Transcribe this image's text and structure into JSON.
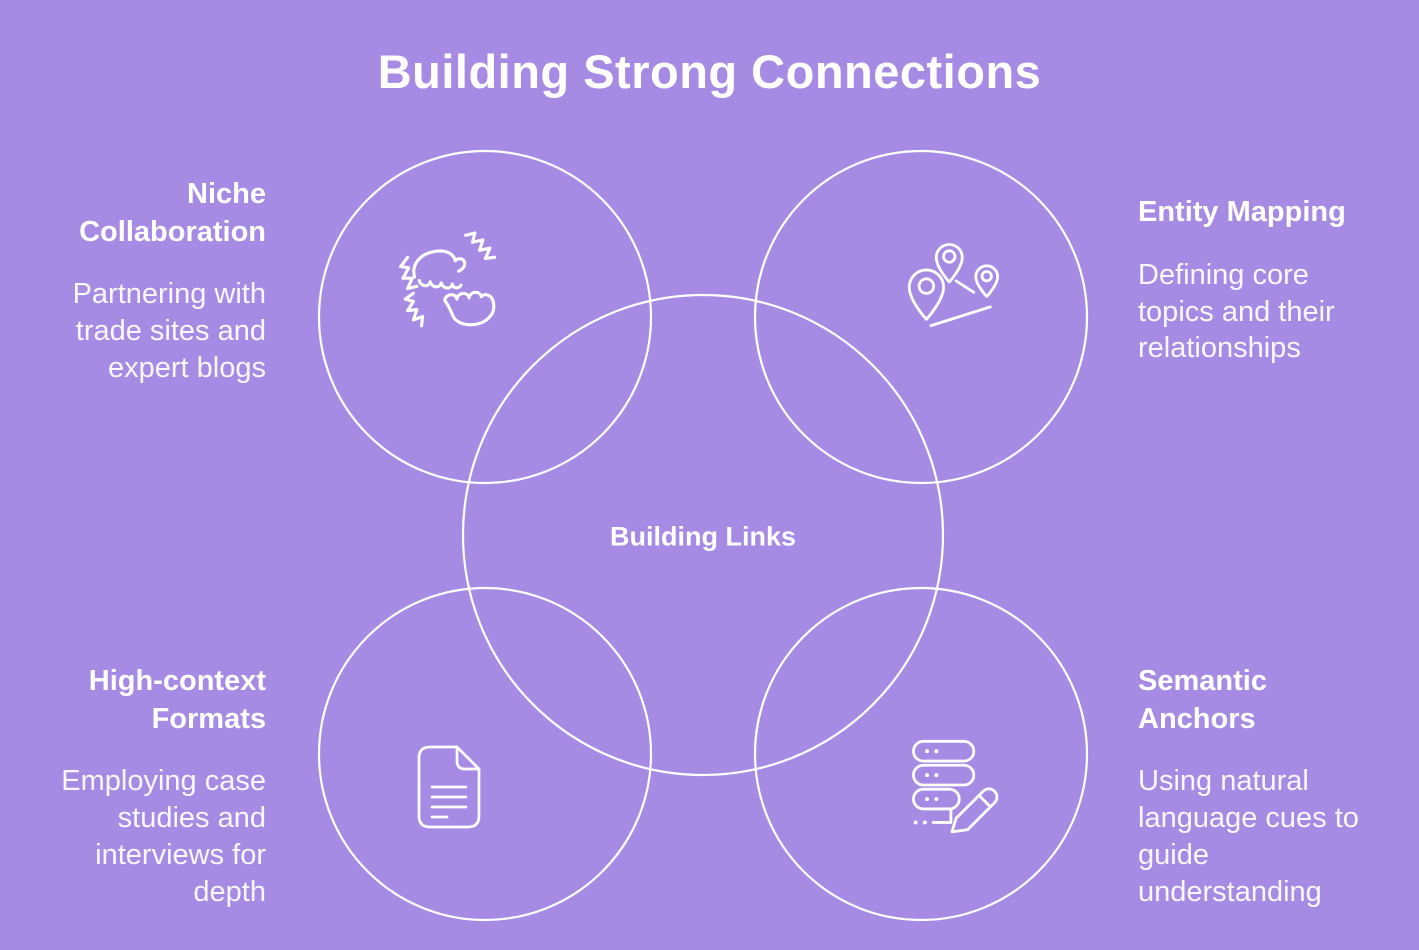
{
  "title": "Building Strong Connections",
  "center": {
    "label": "Building Links"
  },
  "sections": {
    "top_left": {
      "heading": "Niche Collaboration",
      "body": "Partnering with trade sites and expert blogs",
      "icon": "hands-collaboration-icon"
    },
    "top_right": {
      "heading": "Entity Mapping",
      "body": "Defining core topics and their relationships",
      "icon": "map-pins-icon"
    },
    "bottom_left": {
      "heading": "High-context Formats",
      "body": "Employing case studies and interviews for depth",
      "icon": "document-icon"
    },
    "bottom_right": {
      "heading": "Semantic Anchors",
      "body": "Using natural language cues to guide understanding",
      "icon": "database-edit-icon"
    }
  },
  "colors": {
    "background": "#a58be3",
    "text": "#ffffff",
    "line": "#ffffff"
  }
}
